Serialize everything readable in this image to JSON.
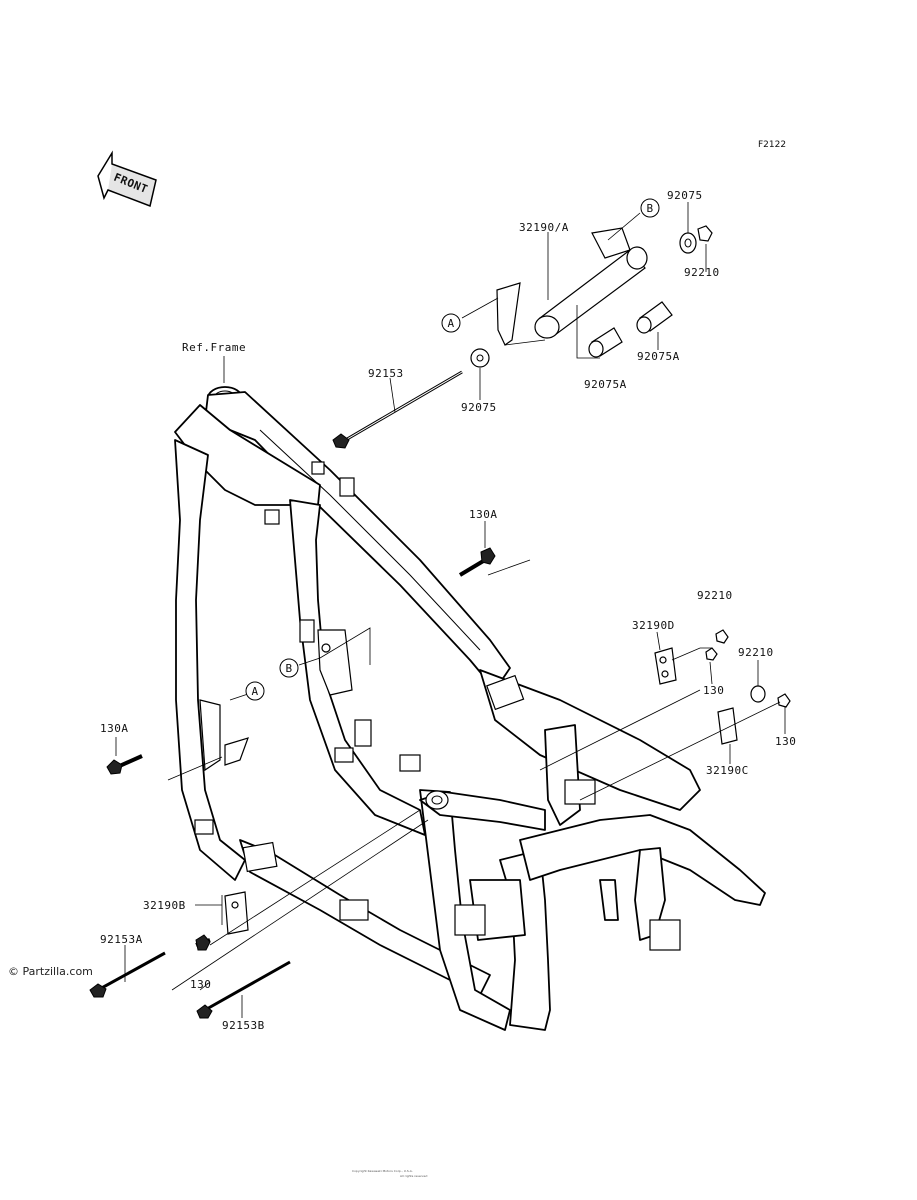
{
  "figure_code": "F2122",
  "front_marker": "FRONT",
  "ref_frame_label": "Ref.Frame",
  "callouts": {
    "A": "A",
    "B": "B"
  },
  "part_labels": {
    "p92075_top": "92075",
    "p32190A": "32190/A",
    "p92210_top": "92210",
    "p92075A_right": "92075A",
    "p92075A_bottom": "92075A",
    "p92153": "92153",
    "p92075_mid": "92075",
    "p130A_top": "130A",
    "p92210_mid": "92210",
    "p32190D": "32190D",
    "p92210_right": "92210",
    "p130_d": "130",
    "p130_c": "130",
    "p32190C": "32190C",
    "p130A_left": "130A",
    "p32190B": "32190B",
    "p92153A": "92153A",
    "p130_bottom": "130",
    "p92153B": "92153B"
  },
  "watermark": "© Partzilla.com",
  "copyright_line_1": "Copyright Kawasaki Motors Corp., U.S.A.",
  "copyright_line_2": "All rights reserved"
}
